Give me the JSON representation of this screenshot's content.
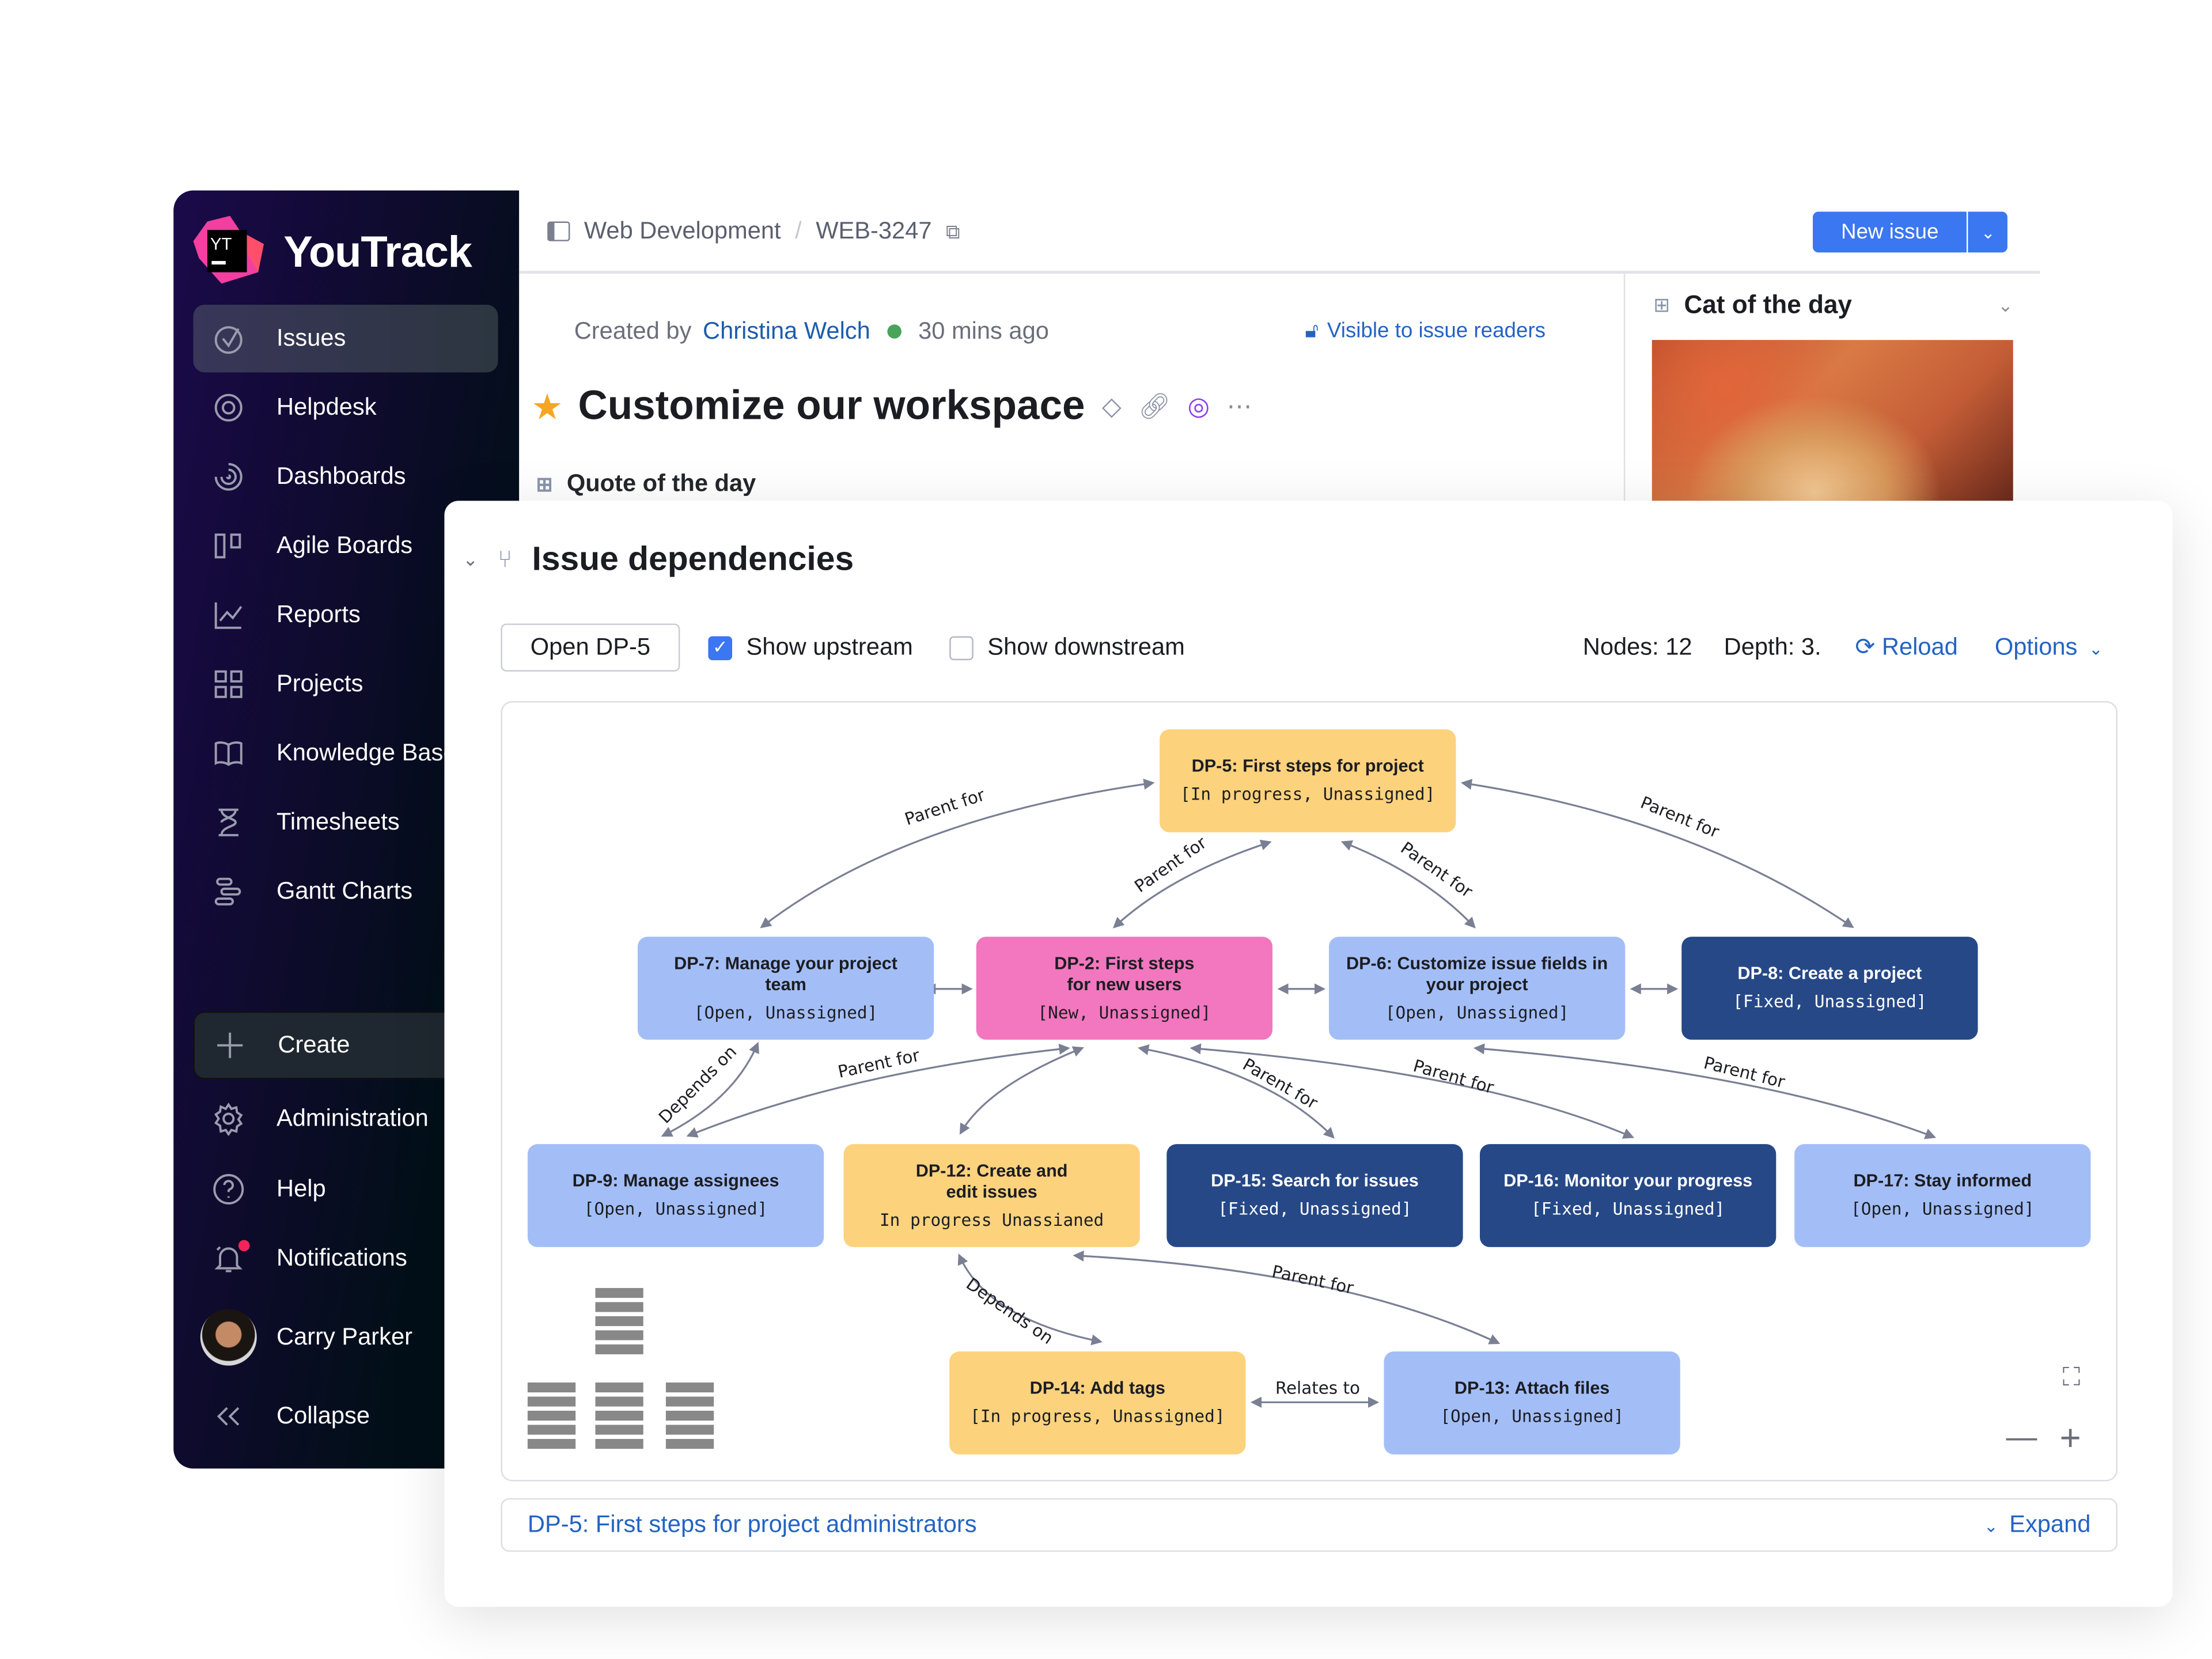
{
  "sidebar": {
    "brand": "YouTrack",
    "logo_text": "YT",
    "items": [
      {
        "label": "Issues",
        "icon": "check-circle-icon"
      },
      {
        "label": "Helpdesk",
        "icon": "lifebuoy-icon"
      },
      {
        "label": "Dashboards",
        "icon": "dashboard-icon"
      },
      {
        "label": "Agile Boards",
        "icon": "board-icon"
      },
      {
        "label": "Reports",
        "icon": "chart-icon"
      },
      {
        "label": "Projects",
        "icon": "grid-icon"
      },
      {
        "label": "Knowledge Base",
        "icon": "book-icon"
      },
      {
        "label": "Timesheets",
        "icon": "hourglass-icon"
      },
      {
        "label": "Gantt Charts",
        "icon": "gantt-icon"
      }
    ],
    "create": "Create",
    "admin": "Administration",
    "help": "Help",
    "notifications": "Notifications",
    "user": "Carry Parker",
    "collapse": "Collapse"
  },
  "header": {
    "project": "Web Development",
    "issue_id": "WEB-3247",
    "new_issue": "New issue"
  },
  "issue": {
    "created_by_label": "Created by",
    "author": "Christina Welch",
    "time": "30 mins ago",
    "visibility": "Visible to issue readers",
    "title": "Customize our workspace",
    "quote_widget": "Quote of the day",
    "cat_widget": "Cat of the day"
  },
  "deps": {
    "title": "Issue dependencies",
    "open_button": "Open DP-5",
    "show_upstream": "Show upstream",
    "show_upstream_checked": true,
    "show_downstream": "Show downstream",
    "show_downstream_checked": false,
    "nodes_count": "Nodes: 12",
    "depth": "Depth: 3.",
    "reload": "Reload",
    "options": "Options",
    "selected": "DP-5: First steps for project administrators",
    "expand": "Expand"
  },
  "nodes": [
    {
      "title": "DP-5: First steps for project",
      "status": "[In progress, Unassigned]"
    },
    {
      "title": "DP-7: Manage your project team",
      "status": "[Open, Unassigned]"
    },
    {
      "title": "DP-2: First steps for new users",
      "status": "[New, Unassigned]"
    },
    {
      "title": "DP-6: Customize issue fields in your project",
      "status": "[Open, Unassigned]"
    },
    {
      "title": "DP-8: Create a project",
      "status": "[Fixed, Unassigned]"
    },
    {
      "title": "DP-9: Manage assignees",
      "status": "[Open, Unassigned]"
    },
    {
      "title": "DP-12: Create and edit issues",
      "status": "In progress Unassianed"
    },
    {
      "title": "DP-15: Search for issues",
      "status": "[Fixed, Unassigned]"
    },
    {
      "title": "DP-16: Monitor your progress",
      "status": "[Fixed, Unassigned]"
    },
    {
      "title": "DP-17: Stay informed",
      "status": "[Open, Unassigned]"
    },
    {
      "title": "DP-14: Add tags",
      "status": "[In progress, Unassigned]"
    },
    {
      "title": "DP-13: Attach files",
      "status": "[Open, Unassigned]"
    }
  ],
  "edges": [
    {
      "from": "DP-5",
      "to": "DP-7",
      "label": "Parent for"
    },
    {
      "from": "DP-5",
      "to": "DP-8",
      "label": "Parent for"
    },
    {
      "from": "DP-5",
      "to": "DP-2",
      "label": "Parent for"
    },
    {
      "from": "DP-5",
      "to": "DP-6",
      "label": "Parent for"
    },
    {
      "from": "DP-9",
      "to": "DP-7",
      "label": "Depends on"
    },
    {
      "from": "DP-2",
      "to": "DP-9",
      "label": "Parent for"
    },
    {
      "from": "DP-2",
      "to": "DP-15",
      "label": "Parent for"
    },
    {
      "from": "DP-2",
      "to": "DP-16",
      "label": "Parent for"
    },
    {
      "from": "DP-6",
      "to": "DP-17",
      "label": "Parent for"
    },
    {
      "from": "DP-12",
      "to": "DP-14",
      "label": "Depends on"
    },
    {
      "from": "DP-12",
      "to": "DP-13",
      "label": "Parent for"
    },
    {
      "from": "DP-14",
      "to": "DP-13",
      "label": "Relates to"
    }
  ],
  "colors": {
    "accent": "#3a77f0",
    "yellow": "#fcd27d",
    "light_blue": "#a3bef7",
    "pink": "#f277be",
    "dark_blue": "#264887"
  }
}
